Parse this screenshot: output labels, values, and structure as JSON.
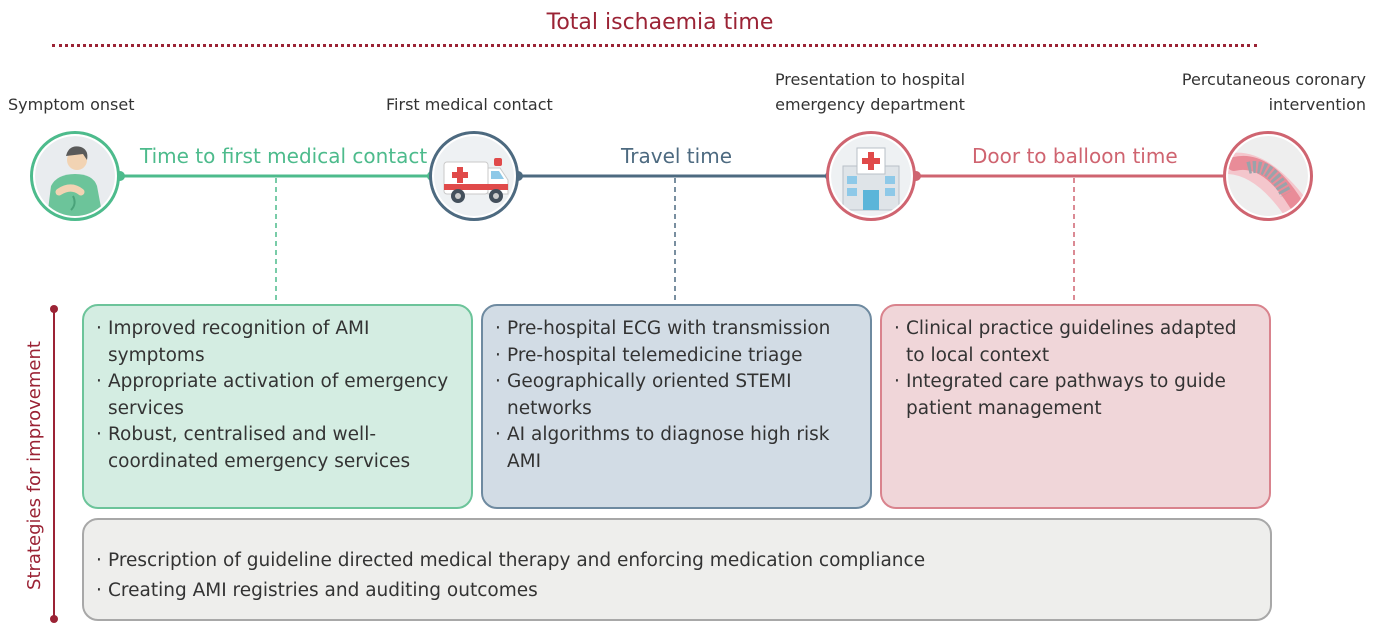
{
  "title": "Total ischaemia time",
  "milestones": {
    "symptom_onset": "Symptom onset",
    "first_contact": "First medical contact",
    "hospital_line1": "Presentation to hospital",
    "hospital_line2": "emergency department",
    "pci_line1": "Percutaneous coronary",
    "pci_line2": "intervention"
  },
  "segments": {
    "first_contact_time": "Time to first medical contact",
    "travel_time": "Travel time",
    "door_to_balloon": "Door to balloon time"
  },
  "colors": {
    "green": "#4dbb8c",
    "slate": "#4d6a80",
    "red": "#cf6470",
    "maroon": "#9b2335"
  },
  "side_label": "Strategies for improvement",
  "cards": {
    "green": [
      "Improved recognition of AMI symptoms",
      "Appropriate activation of emergency services",
      "Robust, centralised and well-coordinated emergency services"
    ],
    "slate": [
      "Pre-hospital ECG with transmission",
      "Pre-hospital telemedicine triage",
      "Geographically oriented STEMI networks",
      "AI algorithms to diagnose high risk AMI"
    ],
    "red": [
      "Clinical practice guidelines adapted to local context",
      "Integrated care pathways to guide patient management"
    ]
  },
  "bottom": [
    "Prescription of guideline directed medical therapy and enforcing medication compliance",
    "Creating AMI registries and auditing outcomes"
  ],
  "icons": [
    "patient-icon",
    "ambulance-icon",
    "hospital-icon",
    "stent-icon"
  ]
}
